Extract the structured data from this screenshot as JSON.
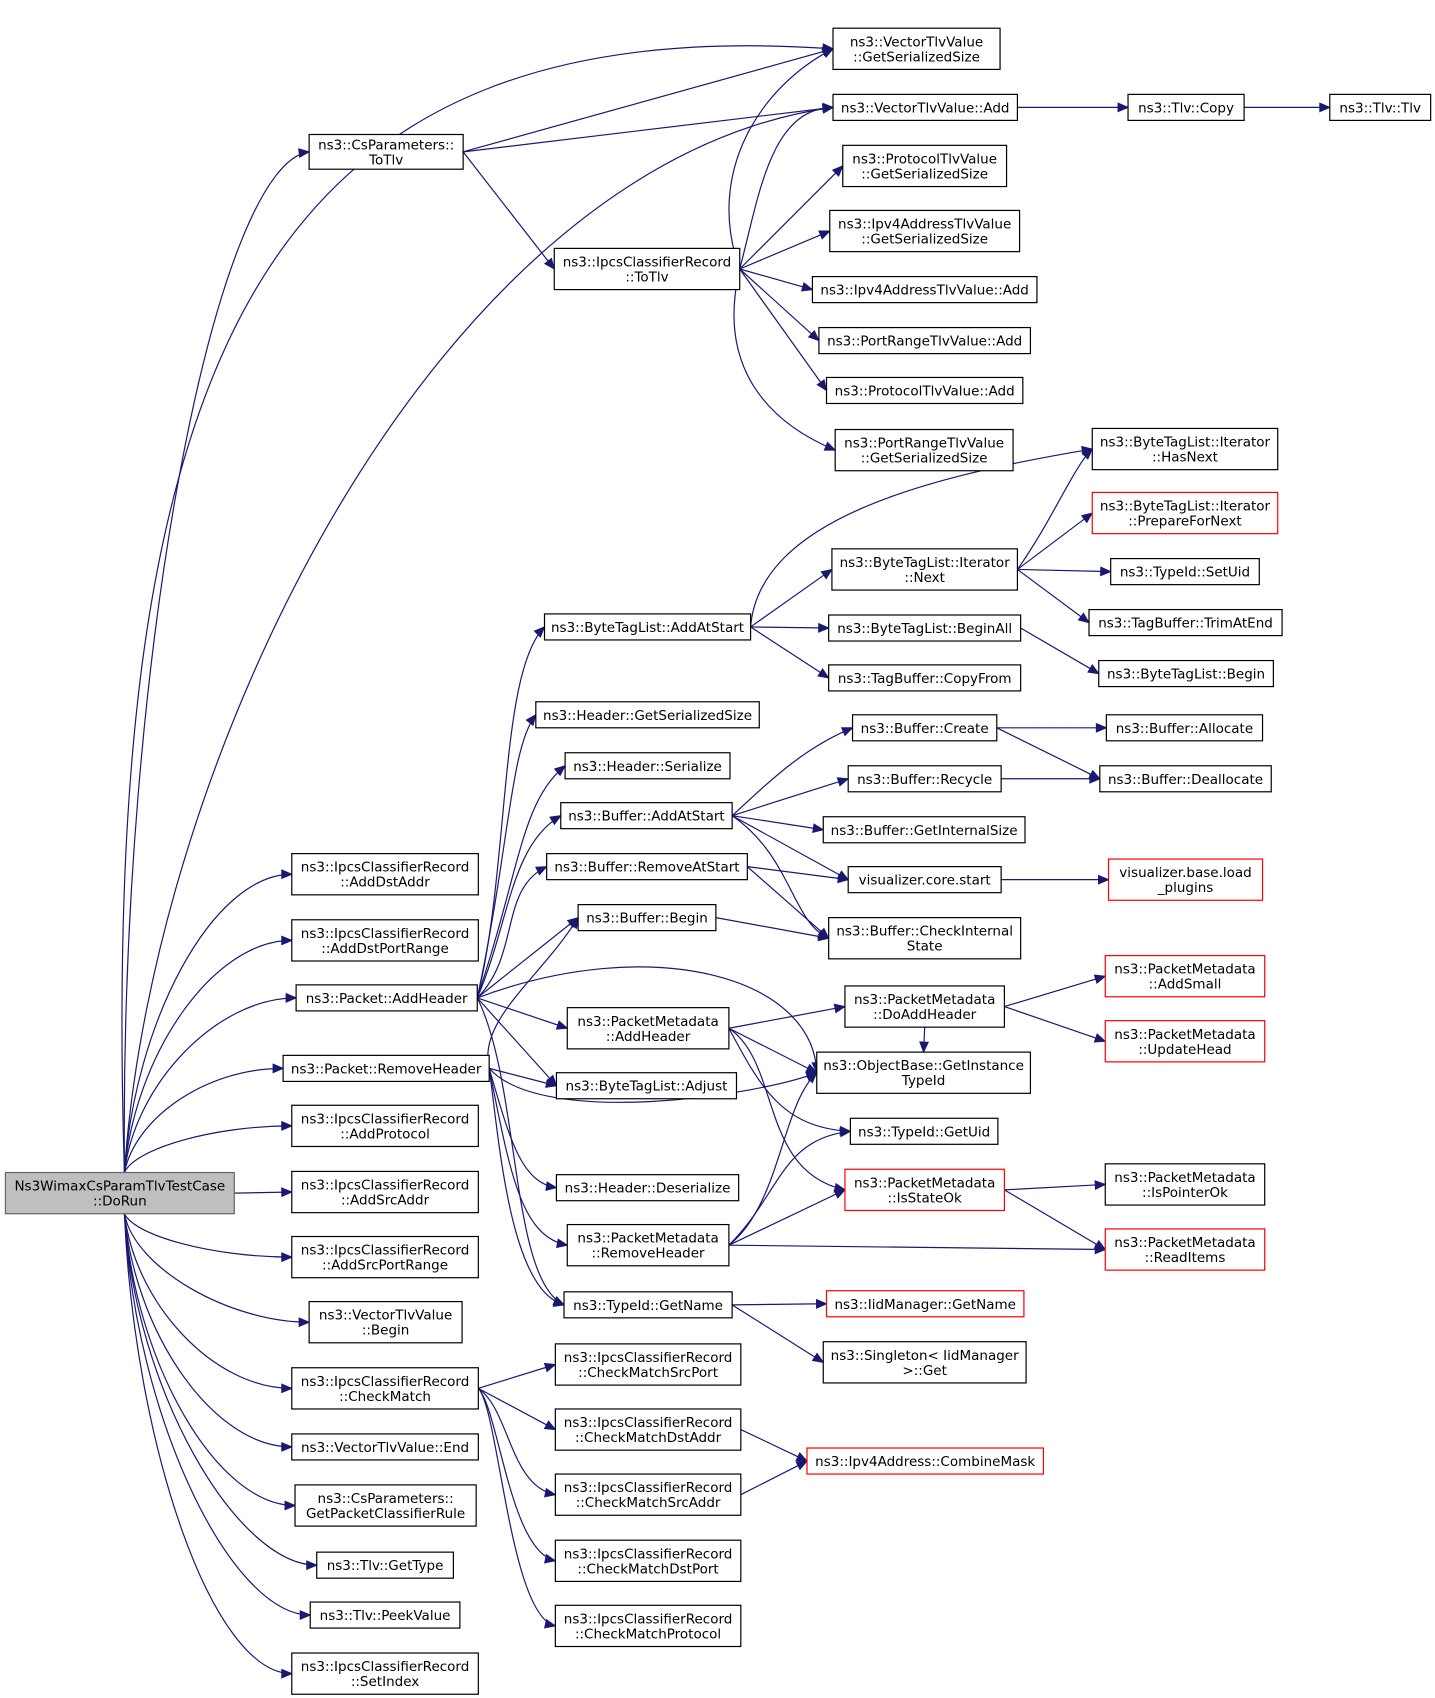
{
  "nodes": [
    {
      "id": "root",
      "lines": [
        "Ns3WimaxCsParamTlvTestCase",
        "::DoRun"
      ],
      "style": "root"
    },
    {
      "id": "vtlv_getsize",
      "lines": [
        "ns3::VectorTlvValue",
        "::GetSerializedSize"
      ]
    },
    {
      "id": "cs_totlv",
      "lines": [
        "ns3::CsParameters::",
        "ToTlv"
      ]
    },
    {
      "id": "vtlv_add",
      "lines": [
        "ns3::VectorTlvValue::Add"
      ]
    },
    {
      "id": "tlv_copy",
      "lines": [
        "ns3::Tlv::Copy"
      ]
    },
    {
      "id": "tlv_tlv",
      "lines": [
        "ns3::Tlv::Tlv"
      ]
    },
    {
      "id": "proto_getsize",
      "lines": [
        "ns3::ProtocolTlvValue",
        "::GetSerializedSize"
      ]
    },
    {
      "id": "ipv4tlv_getsize",
      "lines": [
        "ns3::Ipv4AddressTlvValue",
        "::GetSerializedSize"
      ]
    },
    {
      "id": "ipcs_totlv",
      "lines": [
        "ns3::IpcsClassifierRecord",
        "::ToTlv"
      ]
    },
    {
      "id": "ipv4tlv_add",
      "lines": [
        "ns3::Ipv4AddressTlvValue::Add"
      ]
    },
    {
      "id": "portrange_add",
      "lines": [
        "ns3::PortRangeTlvValue::Add"
      ]
    },
    {
      "id": "proto_add",
      "lines": [
        "ns3::ProtocolTlvValue::Add"
      ]
    },
    {
      "id": "portrange_getsize",
      "lines": [
        "ns3::PortRangeTlvValue",
        "::GetSerializedSize"
      ]
    },
    {
      "id": "btl_hasnext",
      "lines": [
        "ns3::ByteTagList::Iterator",
        "::HasNext"
      ]
    },
    {
      "id": "btl_prepare",
      "lines": [
        "ns3::ByteTagList::Iterator",
        "::PrepareForNext"
      ],
      "style": "red"
    },
    {
      "id": "btl_next",
      "lines": [
        "ns3::ByteTagList::Iterator",
        "::Next"
      ]
    },
    {
      "id": "typeid_setuid",
      "lines": [
        "ns3::TypeId::SetUid"
      ]
    },
    {
      "id": "btl_addatstart",
      "lines": [
        "ns3::ByteTagList::AddAtStart"
      ]
    },
    {
      "id": "btl_beginall",
      "lines": [
        "ns3::ByteTagList::BeginAll"
      ]
    },
    {
      "id": "tagbuf_trim",
      "lines": [
        "ns3::TagBuffer::TrimAtEnd"
      ]
    },
    {
      "id": "btl_begin",
      "lines": [
        "ns3::ByteTagList::Begin"
      ]
    },
    {
      "id": "tagbuf_copy",
      "lines": [
        "ns3::TagBuffer::CopyFrom"
      ]
    },
    {
      "id": "hdr_getsize",
      "lines": [
        "ns3::Header::GetSerializedSize"
      ]
    },
    {
      "id": "buf_create",
      "lines": [
        "ns3::Buffer::Create"
      ]
    },
    {
      "id": "buf_allocate",
      "lines": [
        "ns3::Buffer::Allocate"
      ]
    },
    {
      "id": "hdr_serialize",
      "lines": [
        "ns3::Header::Serialize"
      ]
    },
    {
      "id": "buf_recycle",
      "lines": [
        "ns3::Buffer::Recycle"
      ]
    },
    {
      "id": "buf_dealloc",
      "lines": [
        "ns3::Buffer::Deallocate"
      ]
    },
    {
      "id": "buf_addatstart",
      "lines": [
        "ns3::Buffer::AddAtStart"
      ]
    },
    {
      "id": "buf_getinternal",
      "lines": [
        "ns3::Buffer::GetInternalSize"
      ]
    },
    {
      "id": "add_dstaddr",
      "lines": [
        "ns3::IpcsClassifierRecord",
        "::AddDstAddr"
      ]
    },
    {
      "id": "buf_removeatstart",
      "lines": [
        "ns3::Buffer::RemoveAtStart"
      ]
    },
    {
      "id": "vis_start",
      "lines": [
        "visualizer.core.start"
      ]
    },
    {
      "id": "vis_load",
      "lines": [
        "visualizer.base.load",
        "_plugins"
      ],
      "style": "red"
    },
    {
      "id": "buf_begin",
      "lines": [
        "ns3::Buffer::Begin"
      ]
    },
    {
      "id": "buf_checkstate",
      "lines": [
        "ns3::Buffer::CheckInternal",
        "State"
      ]
    },
    {
      "id": "add_dstport",
      "lines": [
        "ns3::IpcsClassifierRecord",
        "::AddDstPortRange"
      ]
    },
    {
      "id": "pm_addsmall",
      "lines": [
        "ns3::PacketMetadata",
        "::AddSmall"
      ],
      "style": "red"
    },
    {
      "id": "pkt_addheader",
      "lines": [
        "ns3::Packet::AddHeader"
      ]
    },
    {
      "id": "pm_doaddheader",
      "lines": [
        "ns3::PacketMetadata",
        "::DoAddHeader"
      ]
    },
    {
      "id": "pm_addheader",
      "lines": [
        "ns3::PacketMetadata",
        "::AddHeader"
      ]
    },
    {
      "id": "pm_updatehead",
      "lines": [
        "ns3::PacketMetadata",
        "::UpdateHead"
      ],
      "style": "red"
    },
    {
      "id": "objbase_gettid",
      "lines": [
        "ns3::ObjectBase::GetInstance",
        "TypeId"
      ]
    },
    {
      "id": "pkt_removeheader",
      "lines": [
        "ns3::Packet::RemoveHeader"
      ]
    },
    {
      "id": "btl_adjust",
      "lines": [
        "ns3::ByteTagList::Adjust"
      ]
    },
    {
      "id": "typeid_getuid",
      "lines": [
        "ns3::TypeId::GetUid"
      ]
    },
    {
      "id": "add_protocol",
      "lines": [
        "ns3::IpcsClassifierRecord",
        "::AddProtocol"
      ]
    },
    {
      "id": "pm_isstateok",
      "lines": [
        "ns3::PacketMetadata",
        "::IsStateOk"
      ],
      "style": "red"
    },
    {
      "id": "pm_ispointerok",
      "lines": [
        "ns3::PacketMetadata",
        "::IsPointerOk"
      ]
    },
    {
      "id": "add_srcaddr",
      "lines": [
        "ns3::IpcsClassifierRecord",
        "::AddSrcAddr"
      ]
    },
    {
      "id": "hdr_deserialize",
      "lines": [
        "ns3::Header::Deserialize"
      ]
    },
    {
      "id": "pm_removeheader",
      "lines": [
        "ns3::PacketMetadata",
        "::RemoveHeader"
      ]
    },
    {
      "id": "pm_readitems",
      "lines": [
        "ns3::PacketMetadata",
        "::ReadItems"
      ],
      "style": "red"
    },
    {
      "id": "add_srcport",
      "lines": [
        "ns3::IpcsClassifierRecord",
        "::AddSrcPortRange"
      ]
    },
    {
      "id": "typeid_getname",
      "lines": [
        "ns3::TypeId::GetName"
      ]
    },
    {
      "id": "iid_getname",
      "lines": [
        "ns3::IidManager::GetName"
      ],
      "style": "red"
    },
    {
      "id": "vtlv_begin",
      "lines": [
        "ns3::VectorTlvValue",
        "::Begin"
      ]
    },
    {
      "id": "singleton_get",
      "lines": [
        "ns3::Singleton< IidManager",
        ">::Get"
      ]
    },
    {
      "id": "cm_srcport",
      "lines": [
        "ns3::IpcsClassifierRecord",
        "::CheckMatchSrcPort"
      ]
    },
    {
      "id": "checkmatch",
      "lines": [
        "ns3::IpcsClassifierRecord",
        "::CheckMatch"
      ]
    },
    {
      "id": "cm_dstaddr",
      "lines": [
        "ns3::IpcsClassifierRecord",
        "::CheckMatchDstAddr"
      ]
    },
    {
      "id": "vtlv_end",
      "lines": [
        "ns3::VectorTlvValue::End"
      ]
    },
    {
      "id": "ipv4_combinemask",
      "lines": [
        "ns3::Ipv4Address::CombineMask"
      ],
      "style": "red"
    },
    {
      "id": "cm_srcaddr",
      "lines": [
        "ns3::IpcsClassifierRecord",
        "::CheckMatchSrcAddr"
      ]
    },
    {
      "id": "cs_getrule",
      "lines": [
        "ns3::CsParameters::",
        "GetPacketClassifierRule"
      ]
    },
    {
      "id": "tlv_gettype",
      "lines": [
        "ns3::Tlv::GetType"
      ]
    },
    {
      "id": "cm_dstport",
      "lines": [
        "ns3::IpcsClassifierRecord",
        "::CheckMatchDstPort"
      ]
    },
    {
      "id": "tlv_peek",
      "lines": [
        "ns3::Tlv::PeekValue"
      ]
    },
    {
      "id": "cm_protocol",
      "lines": [
        "ns3::IpcsClassifierRecord",
        "::CheckMatchProtocol"
      ]
    },
    {
      "id": "setindex",
      "lines": [
        "ns3::IpcsClassifierRecord",
        "::SetIndex"
      ]
    }
  ]
}
